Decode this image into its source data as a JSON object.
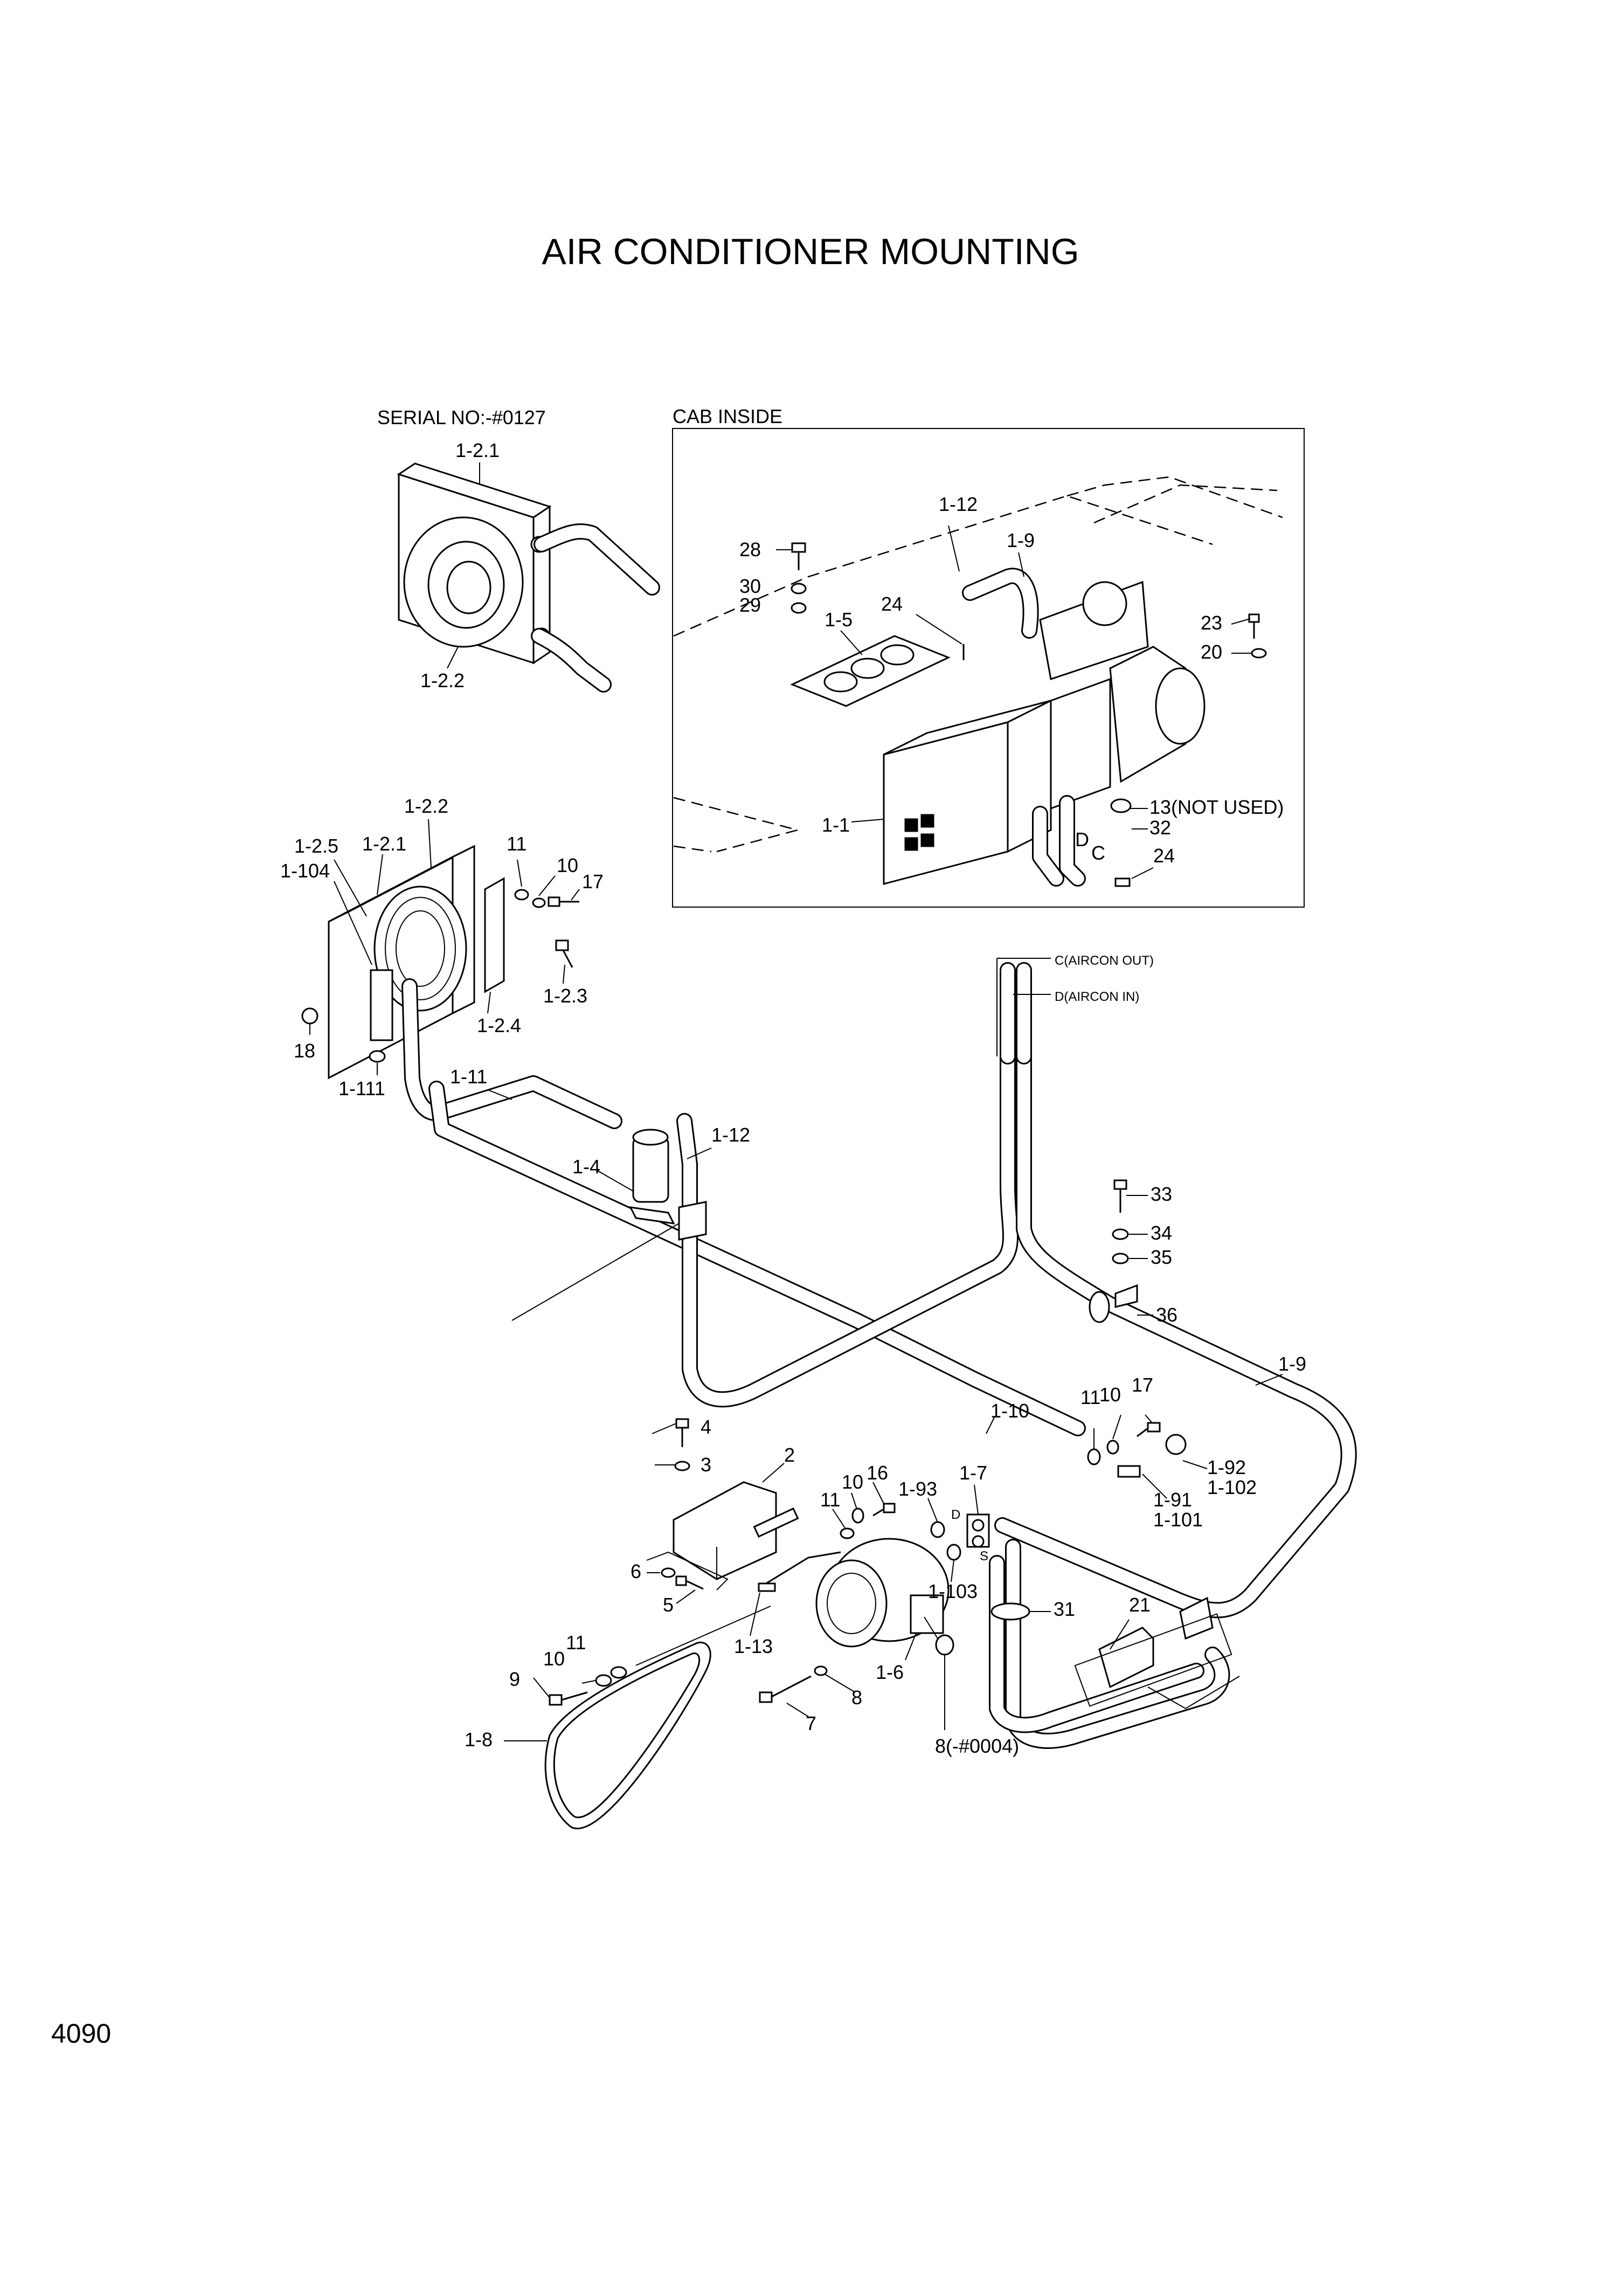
{
  "title": "AIR CONDITIONER MOUNTING",
  "page_number": "4090",
  "inset_serial": {
    "caption": "SERIAL NO:-#0127",
    "labels": [
      "1-2.1",
      "1-2.2"
    ]
  },
  "inset_cab": {
    "caption": "CAB INSIDE",
    "labels": {
      "l_1_12": "1-12",
      "l_1_9": "1-9",
      "l_28": "28",
      "l_30": "30",
      "l_29": "29",
      "l_1_5": "1-5",
      "l_24a": "24",
      "l_23": "23",
      "l_20": "20",
      "l_1_1": "1-1",
      "l_13": "13(NOT USED)",
      "l_d": "D",
      "l_c": "C",
      "l_32": "32",
      "l_24b": "24"
    }
  },
  "condenser": {
    "labels": {
      "l_1_2_2": "1-2.2",
      "l_1_2_5": "1-2.5",
      "l_1_2_1": "1-2.1",
      "l_1_104": "1-104",
      "l_11": "11",
      "l_10": "10",
      "l_17": "17",
      "l_1_2_3": "1-2.3",
      "l_1_2_4": "1-2.4",
      "l_18": "18",
      "l_1_111": "1-111"
    }
  },
  "piping": {
    "labels": {
      "l_c_out": "C(AIRCON OUT)",
      "l_d_in": "D(AIRCON IN)",
      "l_1_11": "1-11",
      "l_1_12": "1-12",
      "l_1_4": "1-4",
      "l_33": "33",
      "l_34": "34",
      "l_35": "35",
      "l_36": "36",
      "l_1_9": "1-9",
      "l_1_10": "1-10",
      "l_11": "11",
      "l_10": "10",
      "l_17": "17",
      "l_1_92": "1-92",
      "l_1_102": "1-102",
      "l_1_91": "1-91",
      "l_1_101": "1-101"
    }
  },
  "compressor": {
    "labels": {
      "l_4": "4",
      "l_3": "3",
      "l_2": "2",
      "l_10a": "10",
      "l_16": "16",
      "l_11a": "11",
      "l_1_93": "1-93",
      "l_1_7": "1-7",
      "l_d": "D",
      "l_s": "S",
      "l_6": "6",
      "l_5": "5",
      "l_1_103": "1-103",
      "l_31": "31",
      "l_21": "21",
      "l_1_13": "1-13",
      "l_11b": "11",
      "l_10b": "10",
      "l_9": "9",
      "l_1_6": "1-6",
      "l_8": "8",
      "l_7": "7",
      "l_8_note": "8(-#0004)",
      "l_1_8": "1-8"
    }
  }
}
